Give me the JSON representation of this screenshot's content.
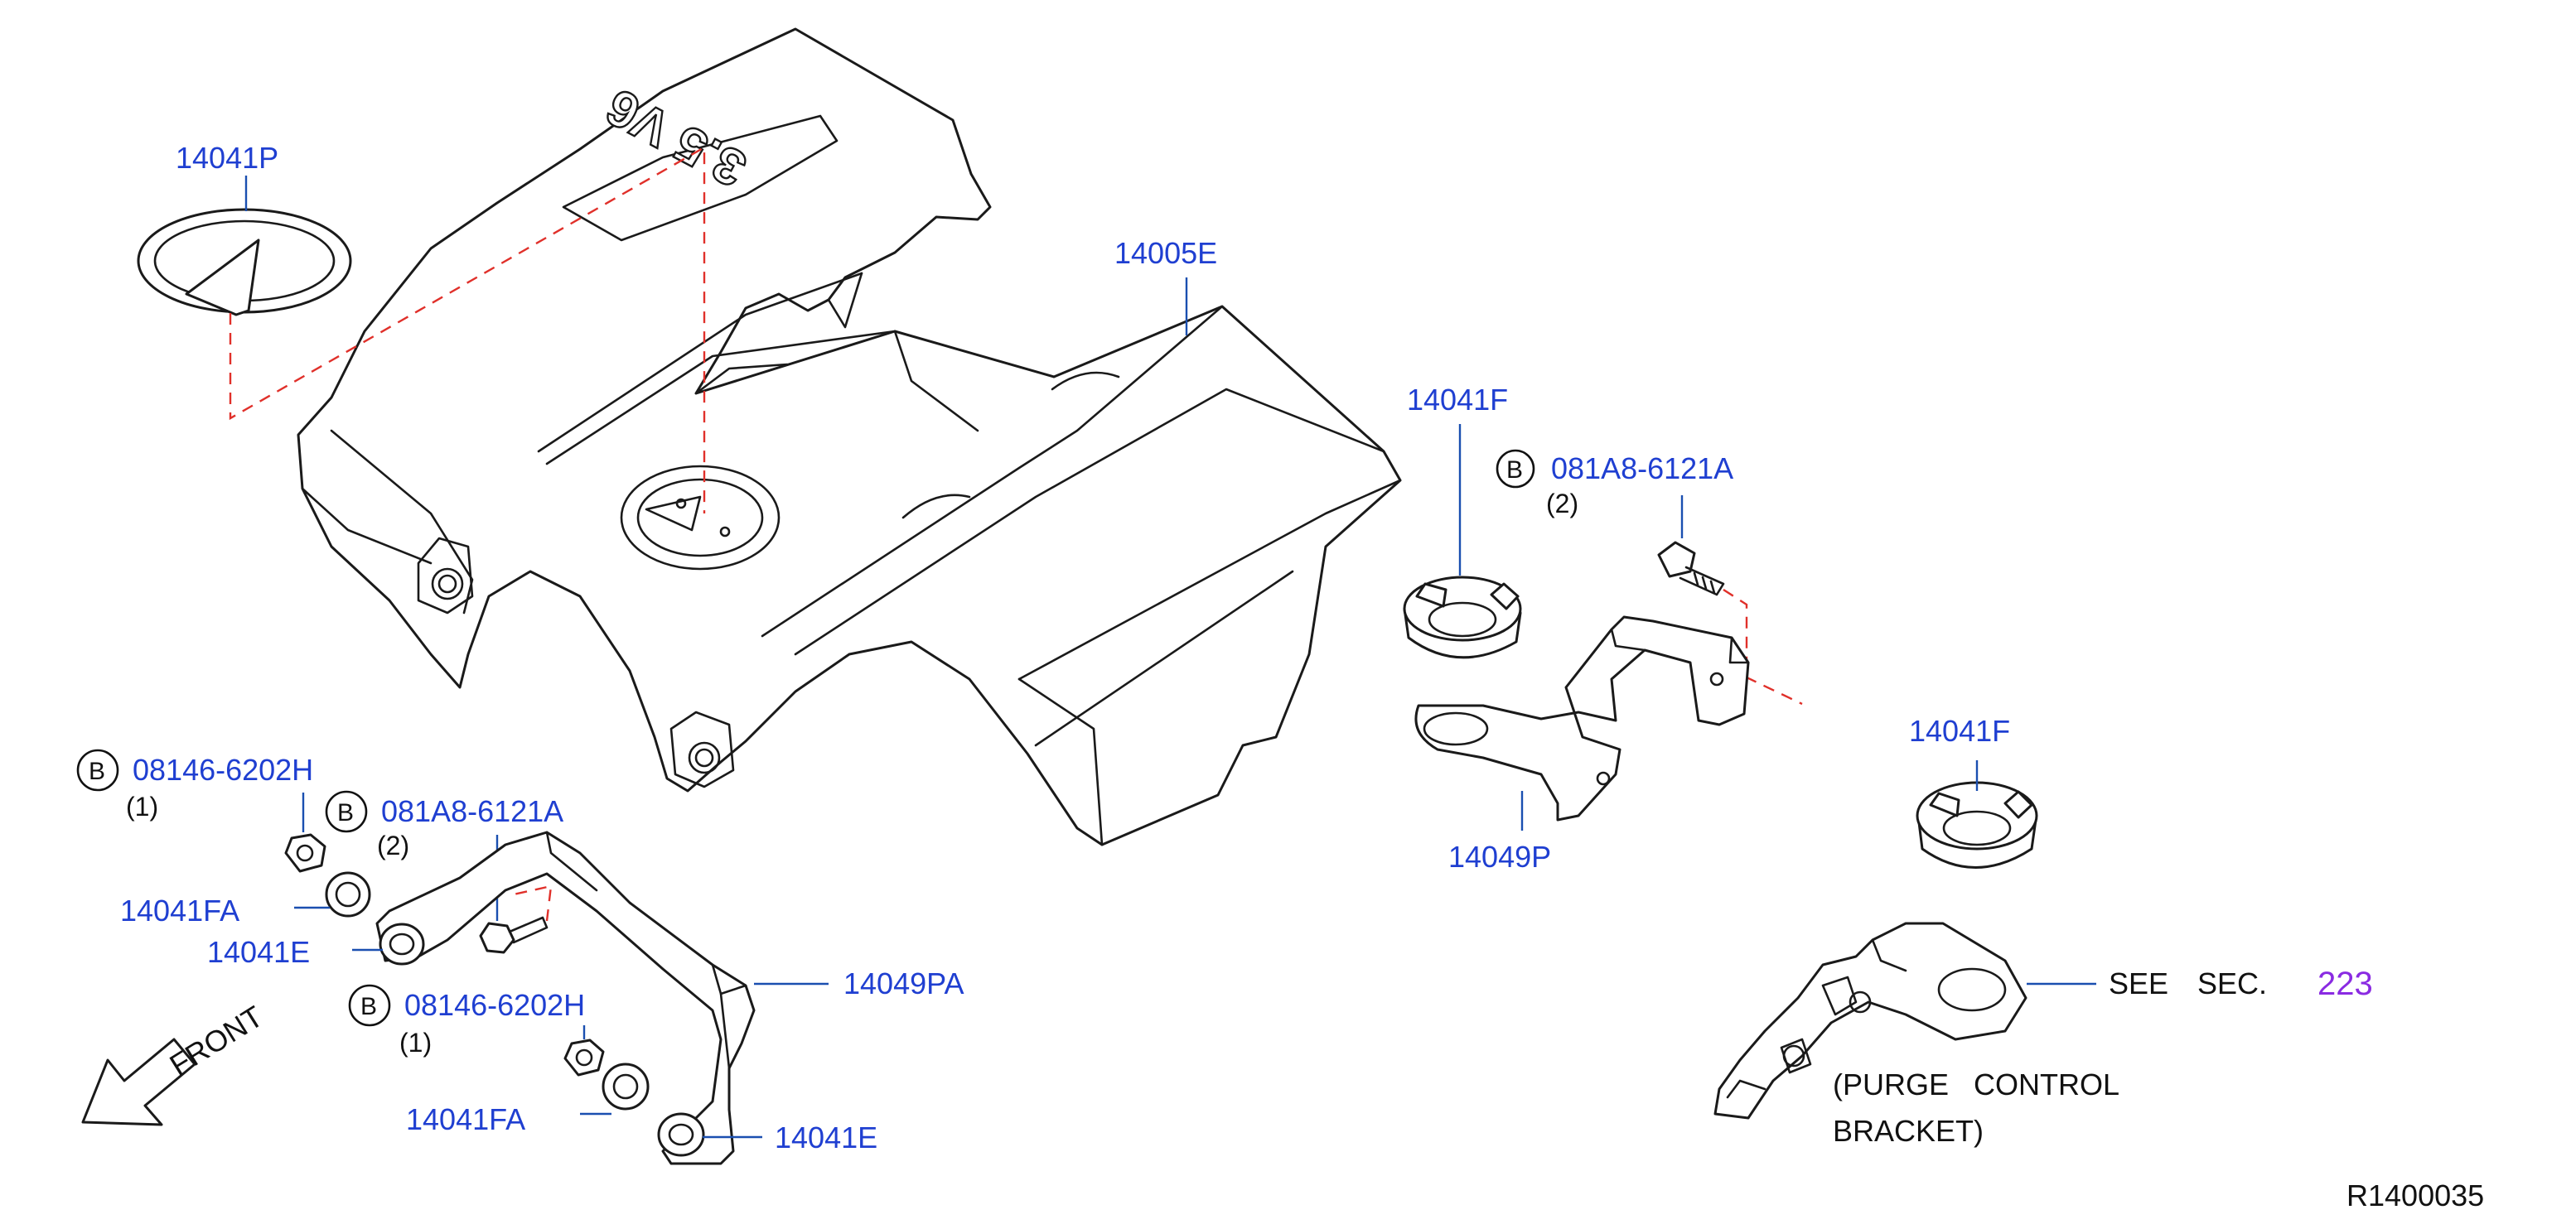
{
  "labels": {
    "p14041P": "14041P",
    "p14005E": "14005E",
    "p14041F_a": "14041F",
    "p14041F_b": "14041F",
    "p14049P": "14049P",
    "p14049PA": "14049PA",
    "p14041FA_a": "14041FA",
    "p14041FA_b": "14041FA",
    "p14041E_a": "14041E",
    "p14041E_b": "14041E",
    "bolt_a": "081A8-6121A",
    "bolt_b": "081A8-6121A",
    "bolt_c": "08146-6202H",
    "bolt_d": "08146-6202H"
  },
  "badges": {
    "b1": "B",
    "b2": "B",
    "b3": "B",
    "b4": "B"
  },
  "quantities": {
    "q_bolt_a": "(2)",
    "q_bolt_b": "(2)",
    "q_bolt_c": "(1)",
    "q_bolt_d": "(1)"
  },
  "see_sec": {
    "see": "SEE",
    "sec": "SEC.",
    "number": "223"
  },
  "note": {
    "line1": "(PURGE   CONTROL",
    "line2": "BRACKET)"
  },
  "direction": "FRONT",
  "engine_badge": "3.5 V6",
  "diagram_id": "R1400035",
  "colors": {
    "part_number": "#1f3fd1",
    "section_ref": "#8a2be2",
    "dashed_line": "#e0302a",
    "outline": "#1a1a1a"
  }
}
